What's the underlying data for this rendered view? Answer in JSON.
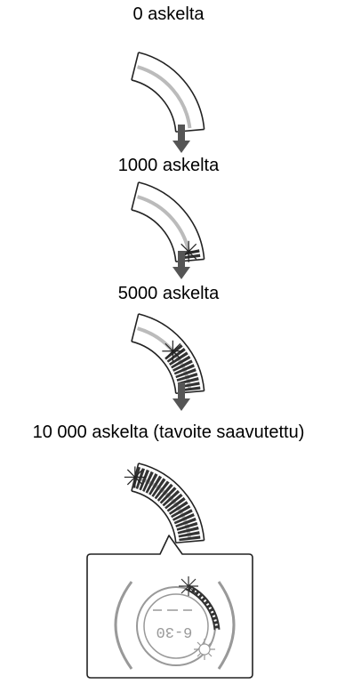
{
  "steps": [
    {
      "label": "0 askelta",
      "fill_fraction": 0.0
    },
    {
      "label": "1000 askelta",
      "fill_fraction": 0.1
    },
    {
      "label": "5000 askelta",
      "fill_fraction": 0.5
    },
    {
      "label": "10 000 askelta (tavoite saavutettu)",
      "fill_fraction": 1.0
    }
  ],
  "watch_display_text": "6-30",
  "colors": {
    "line": "#222222",
    "arrow": "#555555",
    "fill": "#333333",
    "light": "#bbbbbb"
  }
}
